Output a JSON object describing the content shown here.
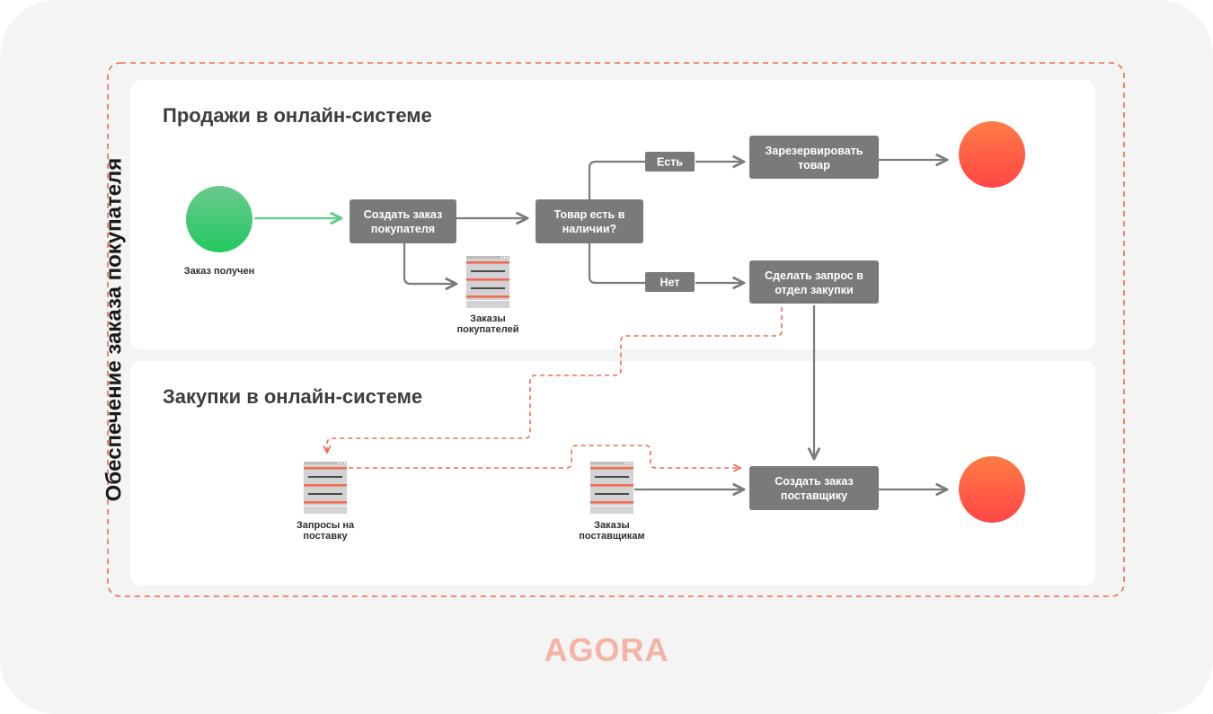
{
  "outer_title": "Обеспечение заказа покупателя",
  "lanes": {
    "sales": {
      "title": "Продажи в онлайн-системе"
    },
    "purchasing": {
      "title": "Закупки в онлайн-системе"
    }
  },
  "nodes": {
    "start_label": "Заказ получен",
    "create_customer_order": [
      "Создать заказ",
      "покупателя"
    ],
    "in_stock_question": [
      "Товар есть в",
      "наличии?"
    ],
    "yes_label": "Есть",
    "no_label": "Нет",
    "reserve_goods": [
      "Зарезервировать",
      "товар"
    ],
    "purchase_request": [
      "Сделать запрос в",
      "отдел закупки"
    ],
    "create_supplier_order": [
      "Создать заказ",
      "поставщику"
    ]
  },
  "databases": {
    "customer_orders": [
      "Заказы",
      "покупателей"
    ],
    "supply_requests": [
      "Запросы на",
      "поставку"
    ],
    "supplier_orders": [
      "Заказы",
      "поставщикам"
    ]
  },
  "logo": "AGORA",
  "colors": {
    "page_bg": "#f4f4f4",
    "lane_bg": "#ffffff",
    "box": "#7a7a7a",
    "start": "#2fcb68",
    "end_top": "#ff7a45",
    "end_bottom": "#ff4545",
    "accent_dashed": "#f06a4e",
    "logo": "#f5b3a6"
  }
}
